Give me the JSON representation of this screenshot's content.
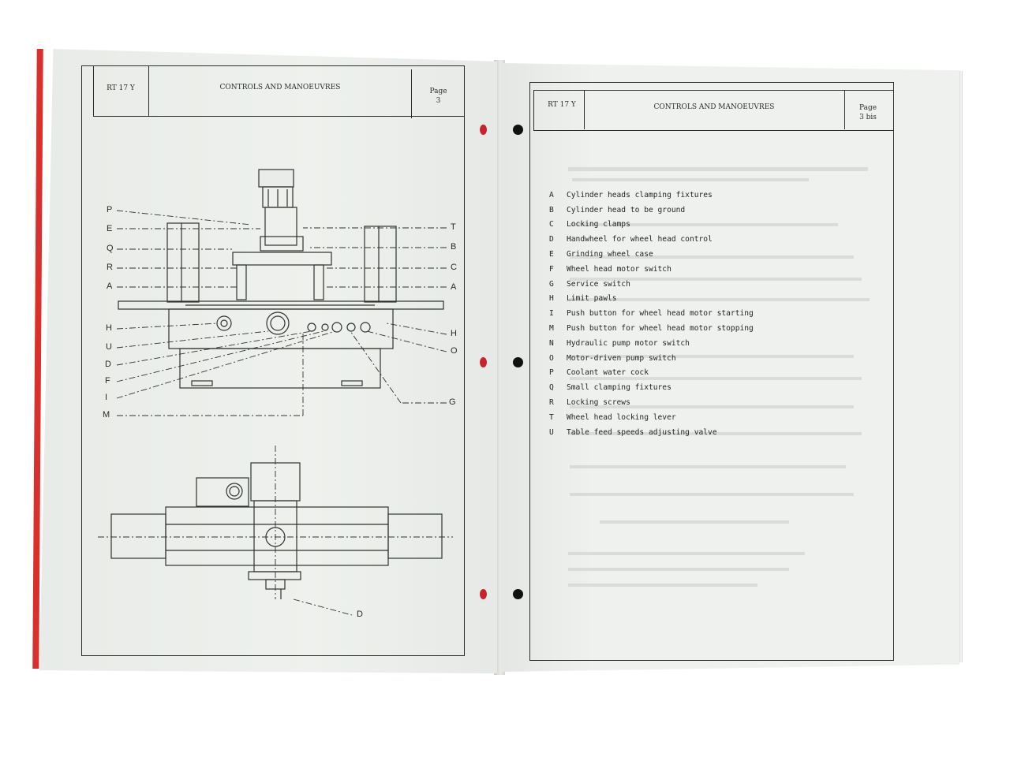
{
  "left_page": {
    "model": "RT 17 Y",
    "title": "CONTROLS AND MANOEUVRES",
    "page_word": "Page",
    "page_number": "3",
    "callouts_left": [
      "P",
      "E",
      "Q",
      "R",
      "A",
      "H",
      "U",
      "D",
      "F",
      "I",
      "M"
    ],
    "callouts_right": [
      "T",
      "B",
      "C",
      "A",
      "H",
      "O",
      "G"
    ],
    "callout_bottom": "D"
  },
  "right_page": {
    "model": "RT 17 Y",
    "title": "CONTROLS AND MANOEUVRES",
    "page_word": "Page",
    "page_number": "3 bis",
    "legend": [
      {
        "key": "A",
        "text": "Cylinder heads clamping fixtures"
      },
      {
        "key": "B",
        "text": "Cylinder head to be ground"
      },
      {
        "key": "C",
        "text": "Locking clamps"
      },
      {
        "key": "D",
        "text": "Handwheel for wheel head control"
      },
      {
        "key": "E",
        "text": "Grinding wheel case"
      },
      {
        "key": "F",
        "text": "Wheel head motor switch"
      },
      {
        "key": "G",
        "text": "Service switch"
      },
      {
        "key": "H",
        "text": "Limit pawls"
      },
      {
        "key": "I",
        "text": "Push button for wheel head motor starting"
      },
      {
        "key": "M",
        "text": "Push button for wheel head motor stopping"
      },
      {
        "key": "N",
        "text": "Hydraulic pump motor switch"
      },
      {
        "key": "O",
        "text": "Motor-driven pump switch"
      },
      {
        "key": "P",
        "text": "Coolant water cock"
      },
      {
        "key": "Q",
        "text": "Small clamping fixtures"
      },
      {
        "key": "R",
        "text": "Locking screws"
      },
      {
        "key": "T",
        "text": "Wheel head locking lever"
      },
      {
        "key": "U",
        "text": "Table feed speeds adjusting valve"
      }
    ]
  },
  "colors": {
    "paper": "#edf0ec",
    "cover_edge": "#d9302c",
    "ink": "#2a2f2a"
  }
}
